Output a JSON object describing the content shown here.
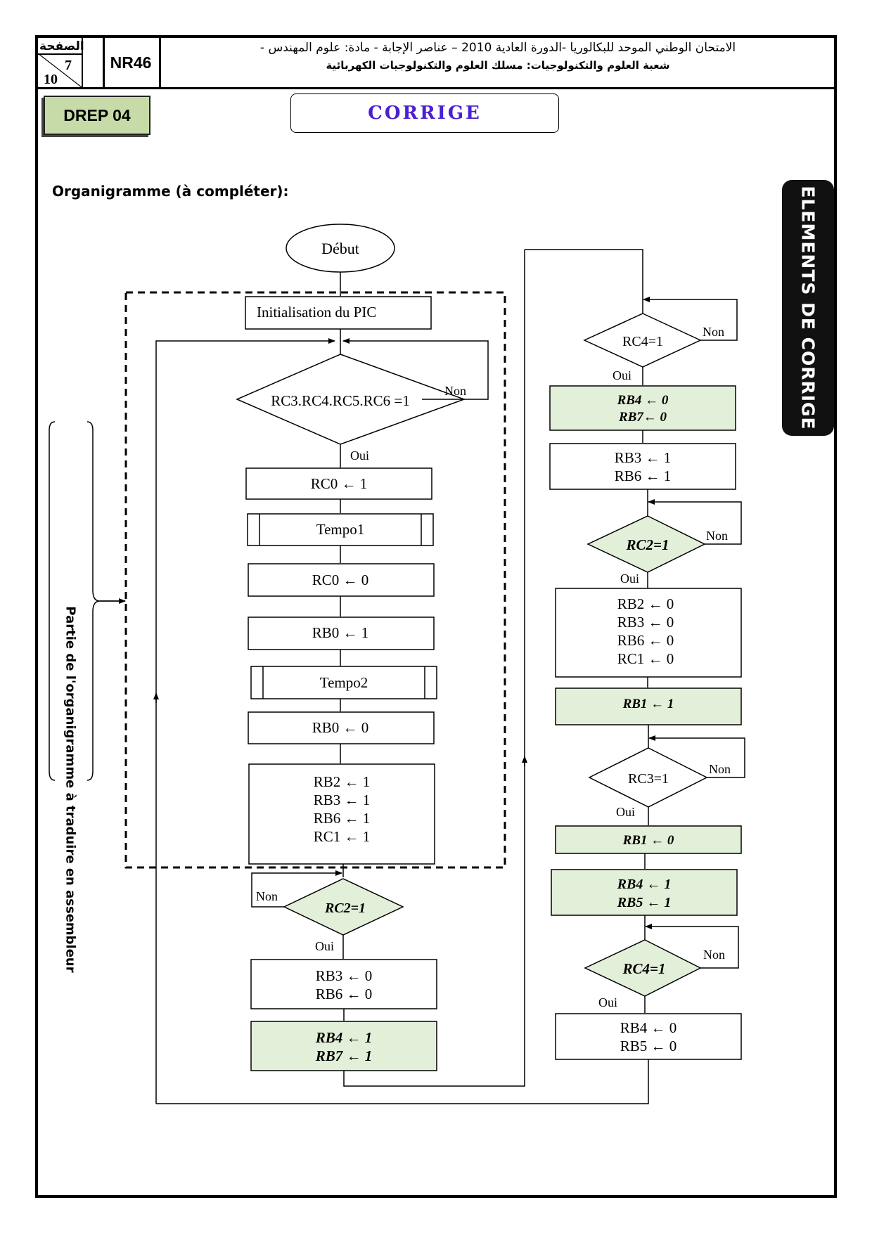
{
  "header": {
    "page_label": "الصفحة",
    "page_num": "7",
    "page_total": "10",
    "code": "NR46",
    "line1": "الامتحان الوطني الموحد للبكالوريا -الدورة العادية 2010 – عناصر الإجابة - مادة: علوم المهندس -",
    "line2": "شعبة العلوم والتكنولوجيات: مسلك العلوم والتكنولوجيات الكهربائية"
  },
  "drep": "DREP 04",
  "corrige": "CORRIGE",
  "side_tab": "ELEMENTS DE CORRIGE",
  "organigramme_title": "Organigramme (à compléter):",
  "partie_label": "Partie de l'organigramme à traduire en assembleur",
  "colors": {
    "highlight": "#e2efd9",
    "corrige_text": "#4b1fd1",
    "drep_fill": "#c6dba8"
  },
  "flow": {
    "debut": "Début",
    "init": "Initialisation du PIC",
    "cond_main": "RC3.RC4.RC5.RC6 =1",
    "rc0_1": "RC0 ← 1",
    "tempo1": "Tempo1",
    "rc0_0": "RC0 ← 0",
    "rb0_1": "RB0 ← 1",
    "tempo2": "Tempo2",
    "rb0_0": "RB0 ← 0",
    "set_block": [
      "RB2 ← 1",
      "RB3 ← 1",
      "RB6 ← 1",
      "RC1 ← 1"
    ],
    "cond_rc2_left": "RC2=1",
    "rb3_rb6_0": [
      "RB3 ← 0",
      "RB6 ← 0"
    ],
    "rb4_rb7_1": [
      "RB4 ← 1",
      "RB7 ← 1"
    ],
    "cond_rc4_top": "RC4=1",
    "rb4_rb7_0": [
      "RB4 ← 0",
      "RB7← 0"
    ],
    "rb3_rb6_1": [
      "RB3 ← 1",
      "RB6 ← 1"
    ],
    "cond_rc2_right": "RC2=1",
    "clear_block": [
      "RB2  ← 0",
      "RB3 ← 0",
      "RB6 ← 0",
      "RC1 ← 0"
    ],
    "rb1_1": "RB1 ← 1",
    "cond_rc3": "RC3=1",
    "rb1_0": "RB1 ← 0",
    "rb4_rb5_1": [
      "RB4 ← 1",
      "RB5 ← 1"
    ],
    "cond_rc4_bottom": "RC4=1",
    "rb4_rb5_0": [
      "RB4 ← 0",
      "RB5 ← 0"
    ],
    "oui": "Oui",
    "non": "Non"
  }
}
